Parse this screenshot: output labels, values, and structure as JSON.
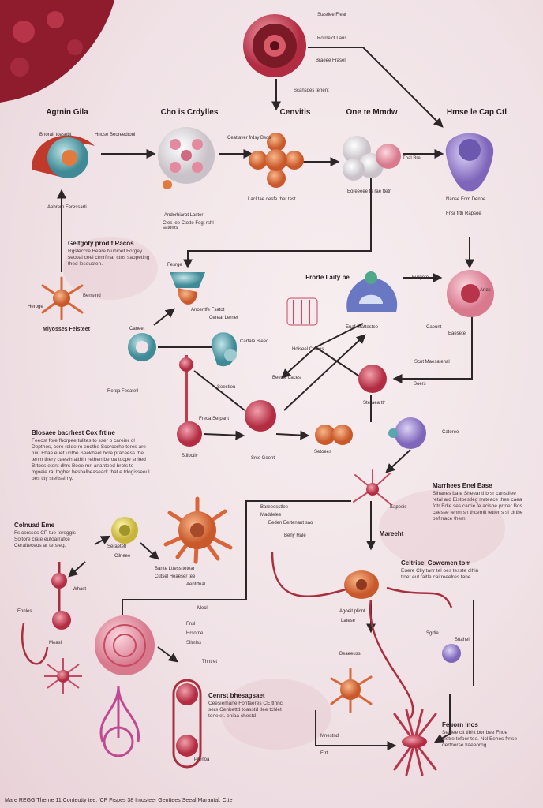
{
  "titles": {
    "t1": "Agtnin Gila",
    "t2": "Cho is Crdylles",
    "t3": "Cenvitis",
    "t4": "One te Mmdw",
    "t5": "Hmse le Cap Ctl",
    "t6": "Frorte Laity be",
    "t7": "Mareeht"
  },
  "paragraphs": {
    "p1": {
      "title": "Geltgoty prod f Racos",
      "body": "Rgsleccre Beare Nuhioet Forgey secoal ceel ctmrfinar ctos sappeting thed lesoucten."
    },
    "p2": {
      "title": "Blosaee bacrhest Cox frtine",
      "body": "Feeost fore fhorpee tulites to sser o careier ol Depthos, core rdlde ro endthe Scorcerhe tores are tuiu Fhae euet unthe Seekheel bcre praceess the tenm thery caesth atthin rethen beroa tocpe snited Brtoss etent dhrs Beee mrl ananteed brots te trgoeie ral thgber beshalbeaseadt that e tdogisseoul bes tlty stehsslmy."
    },
    "p3": {
      "title": "Colnuad Eme",
      "body": "Fs cersses CP tue tereggis Soitore ciate eutoarrafce Ceraiteceus ar tersleg."
    },
    "p4": {
      "title": "Marrhees Enel Ease",
      "body": "Slhanes bate Sheeanti brsr canstliee retal ard Eistoestleg rnrteace thee caea fotr Edie ses carrie fe acisbe prtner Bos caesse tehm sh thcemit tetterrs sl clrthe pefirrace them."
    },
    "p5": {
      "title": "Celtrisel Cowcmen tom",
      "body": "Euere Cliy tanr tel oes tesste clhin tinet eut faitle caitreeelres tane."
    },
    "p6": {
      "title": "Cenrst bhesagsaet",
      "body": "Ceesiemane Fontaeres CE tlhnc sers Cenbettd toasstd tlee tchlet tenelet. eniaa chestd"
    },
    "p7": {
      "title": "Feuorn Inos",
      "body": "Seaiee clt tlbht bor bee Fhoe cietre tefoer tee. Ncl Eehes frrtse dertherse tlaeeorng"
    }
  },
  "tags": {
    "a1": "Stastlee Fleat",
    "a2": "Rotrrelct Lans",
    "a3": "Braeee Frasel",
    "a4": "Scansdes tenent",
    "a5": "Bnoralt toasebt",
    "a6": "Hnose Beoreedtonl",
    "a7": "Aebrern Feressarti",
    "a8": "Anderbiarat Laster",
    "a9": "Ctes lee Ctotte Fegt rshl satoms",
    "a10": "Ceatlaver frdsy Bsos",
    "a11": "Lacl tae desfe ther test",
    "a12": "Tnal Bre",
    "a13": "Nanse Fom Denne",
    "a14": "Eoreeeee te rae ftetr",
    "a15": "Fnsr frth Rapsoe",
    "a16": "Heroge",
    "a17": "Berrstnd",
    "a18": "Fesrge",
    "a19": "Mlyosses Feisteet",
    "a20": "Cereat Lernet",
    "a21": "Anoentfe Fsatot",
    "a22": "Caneet",
    "a23": "Cartale Bieeo",
    "a24": "Seestieu",
    "a25": "Rerqa Fesatetl",
    "a26": "Hdiseel Clenes",
    "a27": "Euaf Stattestee",
    "a28": "Caeunt",
    "a29": "Eaesete",
    "a30": "Scnt Maesatenal",
    "a31": "Beesle Laces",
    "a32": "Steraea ttr",
    "a33": "Soers",
    "a34": "Freca Serpant",
    "a35": "Stlibctiv",
    "a36": "Srss Geent",
    "a37": "Setoees",
    "a38": "Cateree",
    "a39": "Eapesis",
    "a40": "Seraetetl",
    "a41": "Cilneee",
    "a42": "Bareeesstlee",
    "a43": "Maddelee",
    "a44": "Eeden Eertenant sao",
    "a45": "Bartte Lttess tetear",
    "a46": "Cutsel Heaeser tee",
    "a47": "Beny Hale",
    "a48": "Aentrtnal",
    "a49": "Agoeit plicnt",
    "a50": "Latese",
    "a51": "Beaeeuss",
    "a52": "Ennles",
    "a53": "Whast",
    "a54": "Measl",
    "a55": "Mecl",
    "a56": "Fnsl",
    "a57": "Hrsorne",
    "a58": "Sllmlss",
    "a59": "Thntret",
    "a60": "Prenoa",
    "a61": "Mnestnd",
    "a62": "Frrt",
    "a63": "Sgrtie",
    "a64": "Anes",
    "a65": "Eurgete",
    "a66": "Sttahel"
  },
  "footer": "Mare REGG Therne 11 Conteutty tee, 'CP Frspes 38 Imosteer Genttees Seeal Marantal, Ctte",
  "colors": {
    "background": "#f0e2e6",
    "connector": "#2c2628",
    "cell_red": "#c63a4e",
    "cell_pink": "#e48aa0",
    "cell_orange": "#e27a3e",
    "cell_purple": "#8f78c8",
    "cell_teal": "#5aa6b0"
  }
}
